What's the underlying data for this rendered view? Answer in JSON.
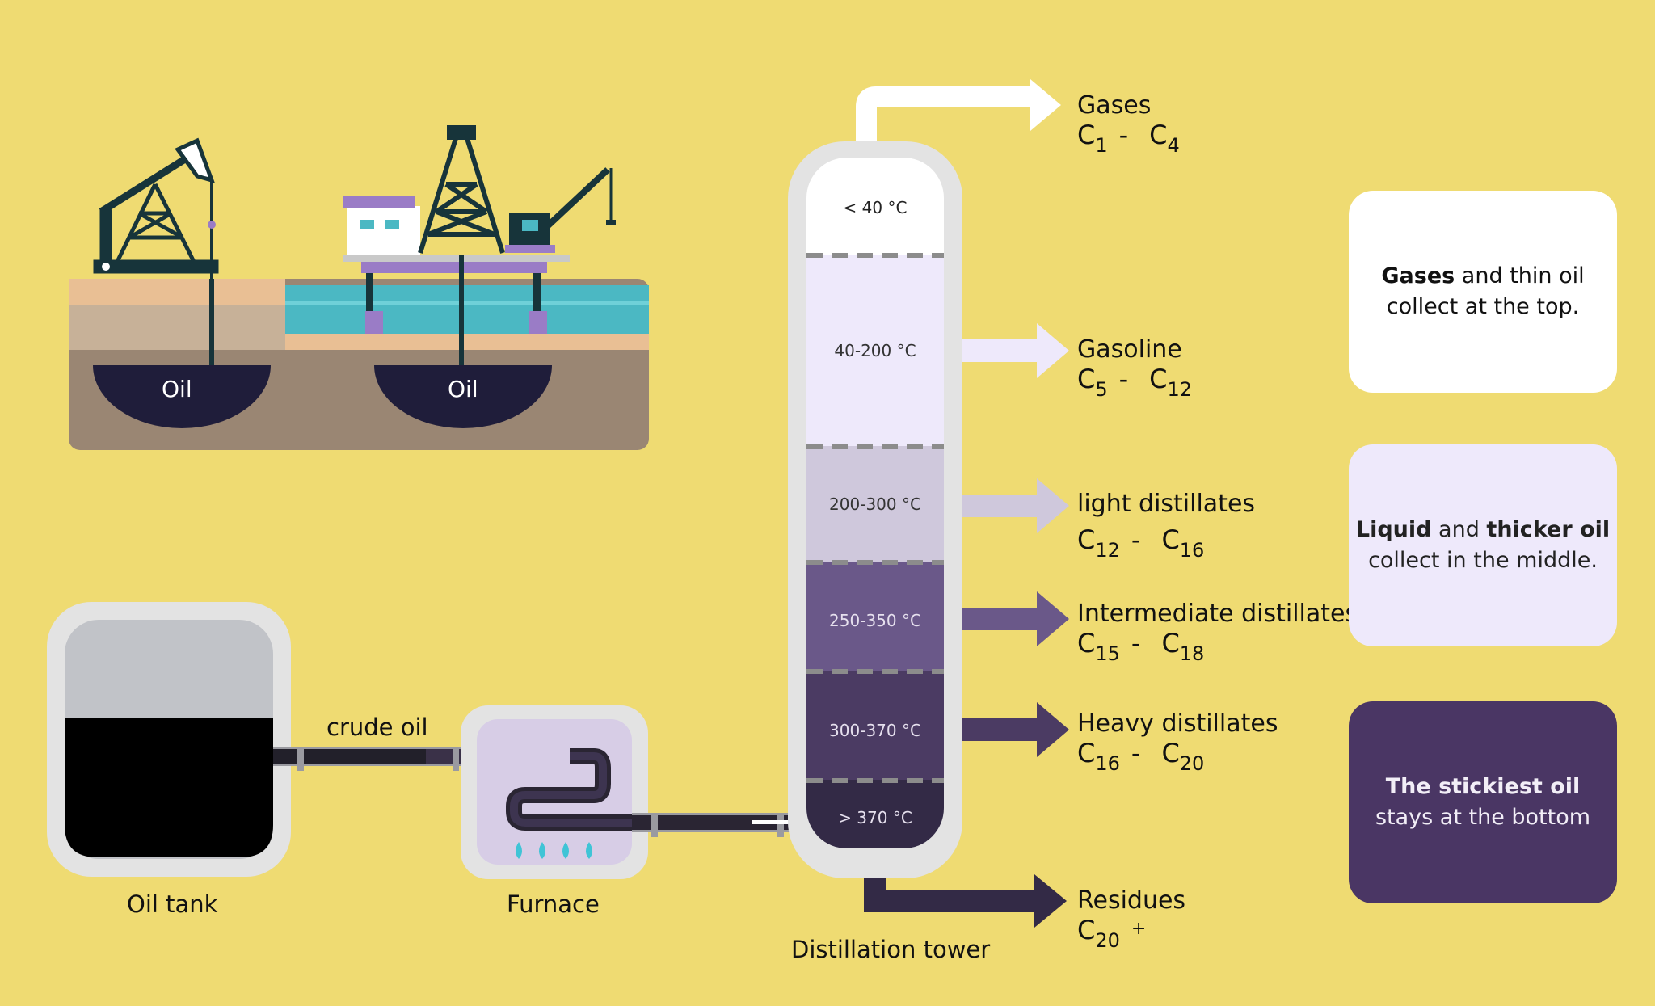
{
  "colors": {
    "background": "#efdb72",
    "ground_dark": "#9a8673",
    "ground_mid": "#c7b198",
    "ground_top": "#e9bf94",
    "water": "#4bb8c3",
    "reservoir": "#1f1d3a",
    "rig_structure": "#17343a",
    "platform_purple": "#9a7cc6",
    "pipe": "#2a2533",
    "tower_shell": "#e3e3e3",
    "flame": "#3fc4d6",
    "fraction_gases": "#ffffff",
    "fraction_gasoline": "#eee9fb",
    "fraction_light": "#cfc8dc",
    "fraction_intermediate": "#6a5889",
    "fraction_heavy": "#4b3b63",
    "fraction_residue": "#332a46",
    "card_heavy_bg": "#4a3664"
  },
  "wells": {
    "left_reservoir_label": "Oil",
    "right_reservoir_label": "Oil"
  },
  "process": {
    "tank_label": "Oil tank",
    "pipe_label": "crude oil",
    "furnace_label": "Furnace",
    "tower_label": "Distillation tower"
  },
  "fractions": [
    {
      "temp": "< 40 °C",
      "name": "Gases",
      "c_from": "1",
      "c_to": "4",
      "color_key": "fraction_gases"
    },
    {
      "temp": "40-200 °C",
      "name": "Gasoline",
      "c_from": "5",
      "c_to": "12",
      "color_key": "fraction_gasoline"
    },
    {
      "temp": "200-300 °C",
      "name": "light distillates",
      "c_from": "12",
      "c_to": "16",
      "color_key": "fraction_light"
    },
    {
      "temp": "250-350 °C",
      "name": "Intermediate distillates",
      "c_from": "15",
      "c_to": "18",
      "color_key": "fraction_intermediate"
    },
    {
      "temp": "300-370 °C",
      "name": "Heavy distillates",
      "c_from": "16",
      "c_to": "20",
      "color_key": "fraction_heavy"
    },
    {
      "temp": "> 370 °C",
      "name": "Residues",
      "c_from": "20",
      "c_to": "+",
      "color_key": "fraction_residue"
    }
  ],
  "formula_symbol": "C",
  "formula_dash": "-",
  "cards": {
    "top": {
      "bold": "Gases",
      "rest": " and thin oil",
      "line2": "collect at the top."
    },
    "middle": {
      "bold1": "Liquid",
      "mid": " and ",
      "bold2": "thicker oil",
      "line2": "collect in the middle."
    },
    "bottom": {
      "bold": "The stickiest oil",
      "line2": "stays at the bottom"
    }
  },
  "icons": [
    "pumpjack-icon",
    "derrick-icon",
    "offshore-platform-icon",
    "crane-icon",
    "flame-icon",
    "flow-arrow-icon"
  ]
}
